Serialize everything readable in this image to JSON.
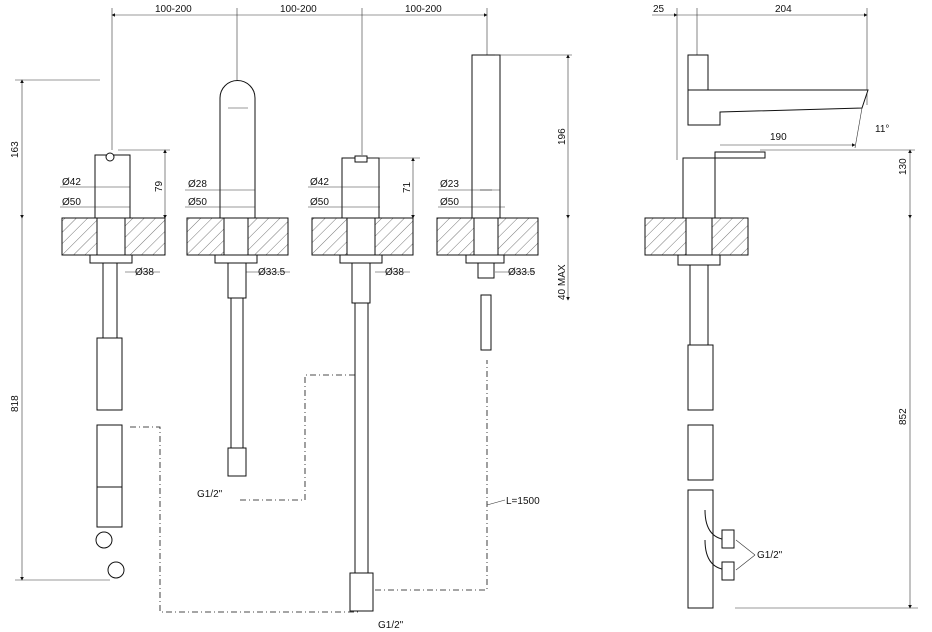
{
  "title": "Three-hole bath mixer technical drawing",
  "front_view": {
    "spacing_labels": [
      "100-200",
      "100-200",
      "100-200"
    ],
    "height_left": "163",
    "total_left": "818",
    "mixer1": {
      "height": "79",
      "dia_top": "Ø42",
      "dia_base": "Ø50",
      "dia_shank": "Ø38"
    },
    "spout": {
      "dia_top": "Ø28",
      "dia_base": "Ø50",
      "dia_shank": "Ø33.5",
      "connection": "G1/2\""
    },
    "mixer2": {
      "height": "71",
      "dia_top": "Ø42",
      "dia_base": "Ø50",
      "dia_shank": "Ø38",
      "connection": "G1/2\""
    },
    "handshower": {
      "height": "196",
      "dia_top": "Ø23",
      "dia_base": "Ø50",
      "dia_shank": "Ø33.5",
      "max_thickness": "40 MAX",
      "hose_length": "L=1500"
    }
  },
  "side_view": {
    "offset": "25",
    "length": "204",
    "reach": "190",
    "angle": "11°",
    "height": "130",
    "total": "852",
    "connection": "G1/2\""
  }
}
